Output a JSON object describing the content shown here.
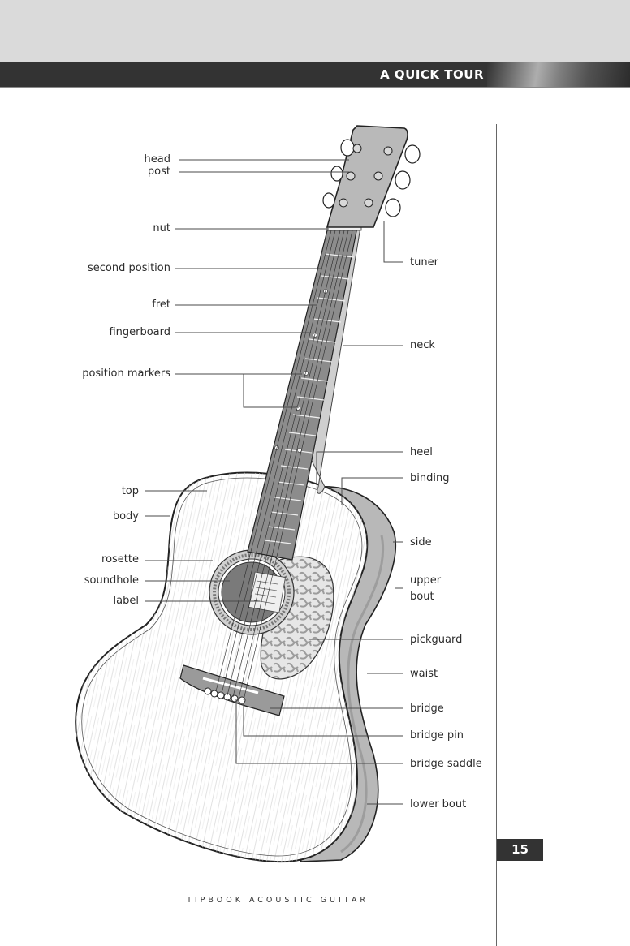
{
  "header": {
    "title": "A QUICK TOUR"
  },
  "page_number": "15",
  "footer": {
    "text": "TIPBOOK ACOUSTIC GUITAR"
  },
  "labels_left": [
    {
      "id": "head",
      "text": "head"
    },
    {
      "id": "post",
      "text": "post"
    },
    {
      "id": "nut",
      "text": "nut"
    },
    {
      "id": "second-position",
      "text": "second position"
    },
    {
      "id": "fret",
      "text": "fret"
    },
    {
      "id": "fingerboard",
      "text": "fingerboard"
    },
    {
      "id": "position-markers",
      "text": "position markers"
    },
    {
      "id": "top",
      "text": "top"
    },
    {
      "id": "body",
      "text": "body"
    },
    {
      "id": "rosette",
      "text": "rosette"
    },
    {
      "id": "soundhole",
      "text": "soundhole"
    },
    {
      "id": "label",
      "text": "label"
    }
  ],
  "labels_right": [
    {
      "id": "tuner",
      "text": "tuner"
    },
    {
      "id": "neck",
      "text": "neck"
    },
    {
      "id": "heel",
      "text": "heel"
    },
    {
      "id": "binding",
      "text": "binding"
    },
    {
      "id": "side",
      "text": "side"
    },
    {
      "id": "upper-bout",
      "text": "upper",
      "text2": "bout"
    },
    {
      "id": "pickguard",
      "text": "pickguard"
    },
    {
      "id": "waist",
      "text": "waist"
    },
    {
      "id": "bridge",
      "text": "bridge"
    },
    {
      "id": "bridge-pin",
      "text": "bridge pin"
    },
    {
      "id": "bridge-saddle",
      "text": "bridge saddle"
    },
    {
      "id": "lower-bout",
      "text": "lower bout"
    }
  ]
}
